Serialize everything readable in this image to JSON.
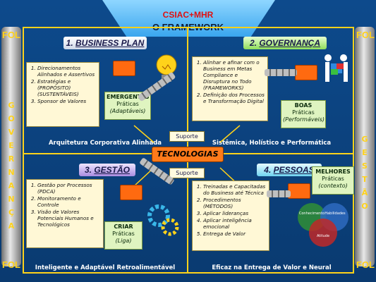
{
  "header": {
    "line1": "CSIAC+MHR",
    "line2": "O FRAMEWORK"
  },
  "side": {
    "left_top": "FOL",
    "right_top": "FOL",
    "left_bottom": "FOL",
    "right_bottom": "FOL",
    "left_letters": [
      "G",
      "O",
      "V",
      "E",
      "R",
      "N",
      "A",
      "N",
      "Ç",
      "A"
    ],
    "right_letters": [
      "G",
      "E",
      "S",
      "T",
      "Ã",
      "O"
    ]
  },
  "quadrants": {
    "business": {
      "num": "1.",
      "title": "BUSINESS PLAN",
      "items": [
        "Direcionamentos Alinhados e Assertivos",
        "Estratégias e (PROPÓSITO) (SUSTENTÁVEIS)",
        "Sponsor de Valores"
      ],
      "tag_bold": "EMERGENTES",
      "tag_main": "Práticas",
      "tag_sub": "(Adaptáveis)",
      "footer": "Arquitetura Corporativa Alinhada"
    },
    "governanca": {
      "num": "2.",
      "title": "GOVERNANÇA",
      "items": [
        "Alinhar e afinar com o Business em Metas Compliance e Disruptura no Todo (FRAMEWORKS)",
        "Definição dos Processos e Transformação Digital"
      ],
      "tag_bold": "BOAS",
      "tag_main": "Práticas",
      "tag_sub": "(Performáveis)",
      "footer": "Sistêmica, Holístico e Performática"
    },
    "gestao": {
      "num": "3.",
      "title": "GESTÃO",
      "items": [
        "Gestão por Processos (PDCA)",
        "Monitoramento e Controle",
        "Visão de Valores Potenciais Humanos e Tecnológicos"
      ],
      "tag_bold": "CRIAR",
      "tag_main": "Práticas",
      "tag_sub": "(Liga)",
      "footer": "Inteligente e Adaptável Retroalimentável"
    },
    "pessoas": {
      "num": "4.",
      "title": "PESSOAS",
      "items": [
        "Treinadas e Capacitadas do Business até Técnica",
        "Procedimentos (MÉTODOS)",
        "Aplicar lideranças",
        "Aplicar inteligência emocional",
        "Entrega de Valor"
      ],
      "tag_bold": "MELHORES",
      "tag_main": "Práticas",
      "tag_sub": "(contexto)",
      "footer": "Eficaz na Entrega de Valor e Neural"
    }
  },
  "center": {
    "tech": "TECNOLOGIAS",
    "support_top": "Suporte",
    "support_bottom": "Suporte"
  },
  "venn": {
    "a": "Conhecimento",
    "b": "Habilidades",
    "c": "Atitude"
  },
  "colors": {
    "frame": "#ffd21a",
    "accent": "#ff7a1a",
    "background": "#0b3b74"
  }
}
